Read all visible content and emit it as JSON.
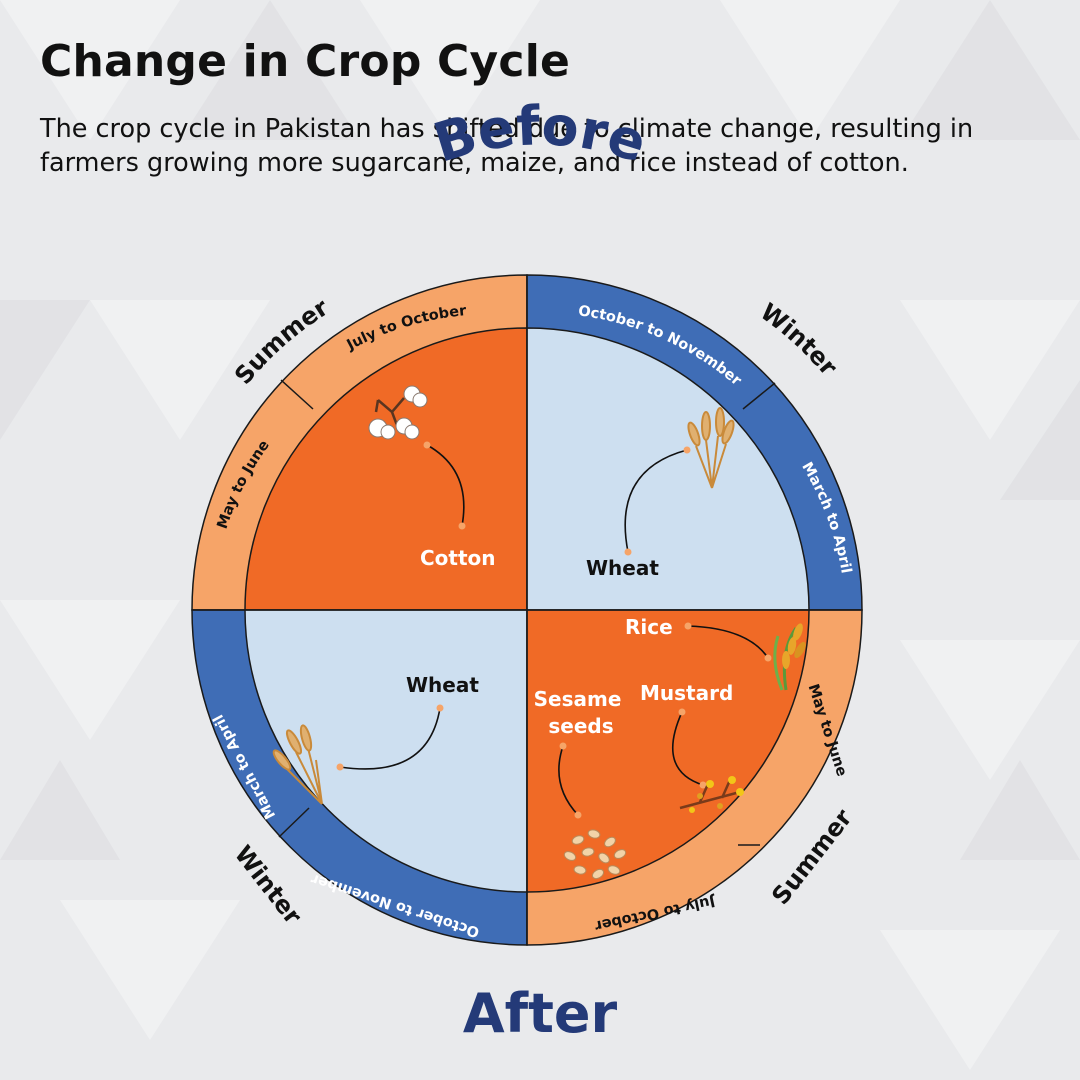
{
  "header": {
    "title": "Change in Crop Cycle",
    "subtitle": "The crop cycle in Pakistan has shifted due to climate change, resulting in farmers growing more sugarcane, maize, and rice instead of cotton."
  },
  "before_label": "Before",
  "after_label": "After",
  "colors": {
    "navy": "#243a78",
    "orange": "#f06a26",
    "light_orange": "#f6a468",
    "blue": "#3f6db6",
    "light_blue": "#cddff0",
    "background": "#e9eaec"
  },
  "before": {
    "summer": {
      "season": "Summer",
      "periods": [
        "May to June",
        "July to October"
      ],
      "crop": "Cotton"
    },
    "winter": {
      "season": "Winter",
      "periods": [
        "October to November",
        "March to April"
      ],
      "crop": "Wheat"
    }
  },
  "after": {
    "winter": {
      "season": "Winter",
      "periods": [
        "March to April",
        "October to November"
      ],
      "crop": "Wheat"
    },
    "summer": {
      "season": "Summer",
      "periods": [
        "May to June",
        "July to October"
      ],
      "crops": [
        "Rice",
        "Mustard",
        "Sesame seeds"
      ]
    }
  }
}
